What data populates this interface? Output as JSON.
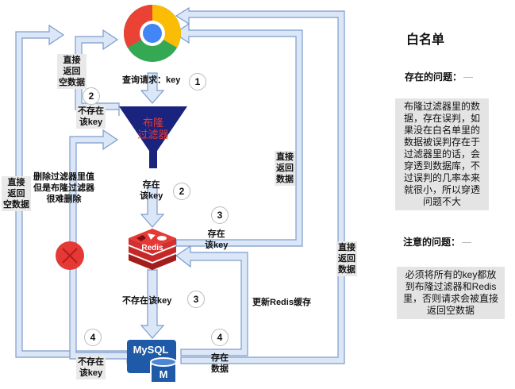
{
  "diagram": {
    "browser_icon": "chrome-icon",
    "filter_label": "布隆\n过滤器",
    "redis_label": "Redis",
    "mysql_label": "MySQL",
    "mysql_badge": "M",
    "error_icon": "red-x-circle-icon",
    "labels": {
      "query_request": "查询请求：key",
      "return_empty_1": "直接\n返回\n空数据",
      "return_empty_2": "直接\n返回\n空数据",
      "not_exist_key_1": "不存在\n该key",
      "exist_key_1": "存在\n该key",
      "delete_note": "删除过滤器里值\n但是布隆过滤器\n很难删除",
      "exist_key_2": "存在\n该key",
      "direct_return_data_1": "直接\n返回\n数据",
      "not_exist_key_2": "不存在该key",
      "update_redis": "更新Redis缓存",
      "not_exist_key_3": "不存在\n该key",
      "exist_data": "存在\n数据",
      "direct_return_data_2": "直接\n返回\n数据"
    },
    "step_numbers": {
      "s1": "1",
      "s2a": "2",
      "s2b": "2",
      "s3a": "3",
      "s3b": "3",
      "s4a": "4",
      "s4b": "4"
    }
  },
  "panel": {
    "title": "白名单",
    "problems_heading": "存在的问题：",
    "problems_text": "布隆过滤器里的数\n据，存在误判，如\n果没在白名单里的\n数据被误判存在于\n过滤器里的话，会\n穿透到数据库，不\n过误判的几率本来\n就很小，所以穿透\n问题不大",
    "notes_heading": "注意的问题：",
    "notes_text": "必须将所有的key都放\n到布隆过滤器和Redis\n里，否则请求会被直接\n返回空数据"
  },
  "colors": {
    "arrow_fill": "#dbe7f6",
    "arrow_stroke": "#7c9ccc",
    "filter_fill": "#1a237e",
    "filter_text": "#e53935",
    "redis_red": "#c62828",
    "mysql_blue": "#1e5aa8",
    "error_red": "#e53935"
  }
}
